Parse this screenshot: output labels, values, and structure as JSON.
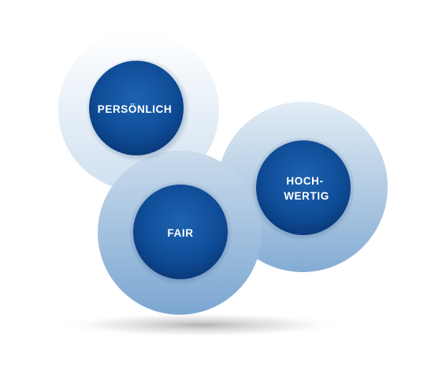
{
  "circles": {
    "personal": {
      "label": "PERSÖNLICH"
    },
    "fair": {
      "label": "FAIR"
    },
    "quality": {
      "line1": "HOCH-",
      "line2": "WERTIG"
    }
  }
}
